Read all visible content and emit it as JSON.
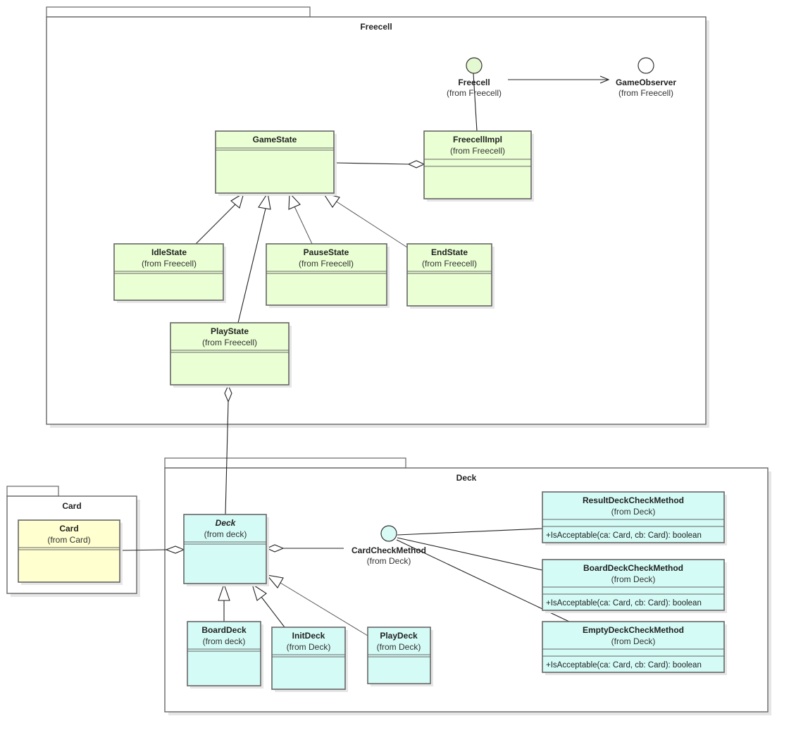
{
  "packages": {
    "freecell": {
      "title": "Freecell"
    },
    "deck": {
      "title": "Deck"
    },
    "card": {
      "title": "Card"
    }
  },
  "classes": {
    "game_state": {
      "name": "GameState",
      "from": ""
    },
    "freecell_impl": {
      "name": "FreecellImpl",
      "from": "(from Freecell)"
    },
    "idle_state": {
      "name": "IdleState",
      "from": "(from Freecell)"
    },
    "pause_state": {
      "name": "PauseState",
      "from": "(from Freecell)"
    },
    "end_state": {
      "name": "EndState",
      "from": "(from Freecell)"
    },
    "play_state": {
      "name": "PlayState",
      "from": "(from Freecell)"
    },
    "card": {
      "name": "Card",
      "from": "(from Card)"
    },
    "deck": {
      "name": "Deck",
      "from": "(from deck)"
    },
    "board_deck": {
      "name": "BoardDeck",
      "from": "(from deck)"
    },
    "init_deck": {
      "name": "InitDeck",
      "from": "(from Deck)"
    },
    "play_deck": {
      "name": "PlayDeck",
      "from": "(from Deck)"
    },
    "result_deck_check_method": {
      "name": "ResultDeckCheckMethod",
      "from": "(from Deck)",
      "operation": "+IsAcceptable(ca: Card, cb: Card): boolean"
    },
    "board_deck_check_method": {
      "name": "BoardDeckCheckMethod",
      "from": "(from Deck)",
      "operation": "+IsAcceptable(ca: Card, cb: Card): boolean"
    },
    "empty_deck_check_method": {
      "name": "EmptyDeckCheckMethod",
      "from": "(from Deck)",
      "operation": "+IsAcceptable(ca: Card, cb: Card): boolean"
    }
  },
  "interfaces": {
    "freecell": {
      "name": "Freecell",
      "from": "(from Freecell)"
    },
    "game_observer": {
      "name": "GameObserver",
      "from": "(from Freecell)"
    },
    "card_check_method": {
      "name": "CardCheckMethod",
      "from": "(from Deck)"
    }
  },
  "colors": {
    "freecell_class_fill": "#eaffd4",
    "freecell_interface_fill": "#e4f8d2",
    "deck_class_fill": "#d4fbf6",
    "deck_interface_fill": "#d8fbf6",
    "card_class_fill": "#ffffd0",
    "package_border": "#666666",
    "line": "#222222"
  }
}
